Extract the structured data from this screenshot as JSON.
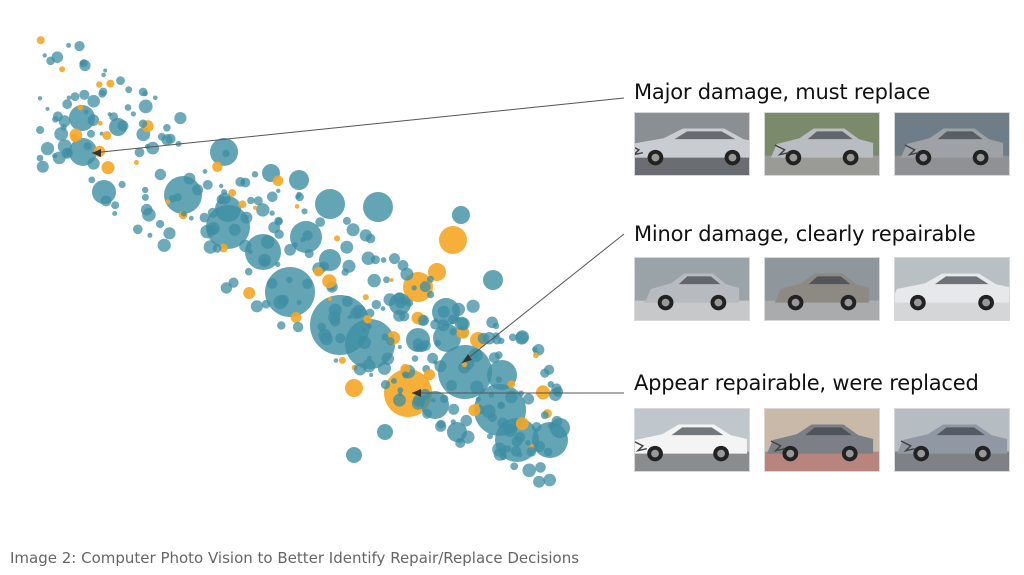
{
  "groups": [
    {
      "label": "Major damage, must replace",
      "photos": [
        "car-photo-damaged-front-silver",
        "car-photo-damaged-silver-sedan",
        "car-photo-crashed-front"
      ]
    },
    {
      "label": "Minor damage, clearly repairable",
      "photos": [
        "car-photo-silver-sedan-parked",
        "car-photo-silver-sedan-lot",
        "car-photo-white-sedan-side"
      ]
    },
    {
      "label": "Appear repairable, were replaced",
      "photos": [
        "car-photo-white-front-bumper",
        "car-photo-scraped-bumper",
        "car-photo-grey-hatchback-dent"
      ]
    }
  ],
  "caption": "Image 2: Computer Photo Vision to Better Identify Repair/Replace Decisions",
  "colors": {
    "cluster_teal": "#3d8ea3",
    "cluster_orange": "#f5a623",
    "text": "#111111",
    "caption": "#666666"
  }
}
